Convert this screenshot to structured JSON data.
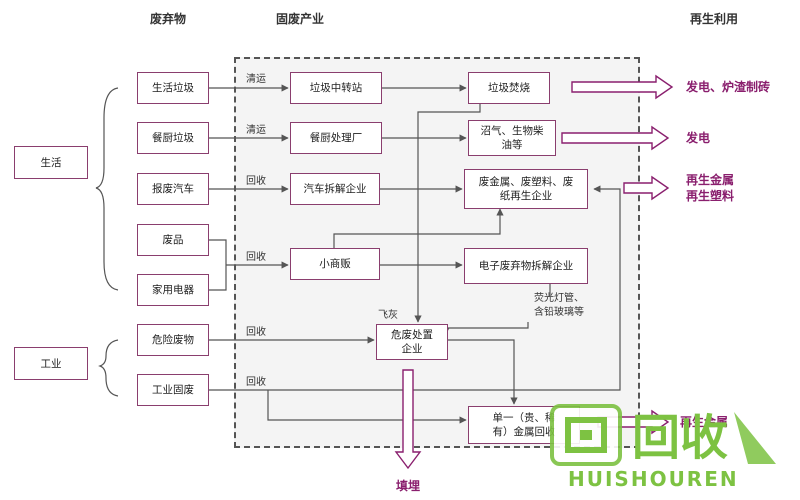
{
  "headers": {
    "waste": "废弃物",
    "industry": "固废产业",
    "reuse": "再生利用"
  },
  "categories": {
    "life": "生活",
    "industry": "工业"
  },
  "waste_items": {
    "household": "生活垃圾",
    "kitchen": "餐厨垃圾",
    "scrap_car": "报废汽车",
    "scrap_goods": "废品",
    "appliance": "家用电器",
    "hazardous": "危险废物",
    "industrial_solid": "工业固废"
  },
  "flow_labels": {
    "clear1": "清运",
    "clear2": "清运",
    "recycle1": "回收",
    "recycle2": "回收",
    "recycle3": "回收",
    "recycle4": "回收",
    "fly_ash": "飞灰",
    "lamp_glass": "荧光灯管、\n含铅玻璃等"
  },
  "process_nodes": {
    "transfer": "垃圾中转站",
    "incinerate": "垃圾焚烧",
    "kitchen_plant": "餐厨处理厂",
    "biogas": "沼气、生物柴\n油等",
    "car_dismantle": "汽车拆解企业",
    "regen": "废金属、废塑料、废\n纸再生企业",
    "vendor": "小商贩",
    "ewaste": "电子废弃物拆解企业",
    "hazard_plant": "危废处置\n企业",
    "single_metal": "单一（贵、稀\n有）金属回收"
  },
  "outputs": {
    "power_slag": "发电、炉渣制砖",
    "power": "发电",
    "metal_plastic": "再生金属\n再生塑料",
    "metal2": "再生金属",
    "landfill": "填埋"
  },
  "watermark": {
    "logo": "回收",
    "brand": "HUISHOUREN"
  },
  "colors": {
    "box_border": "#8a3e6e",
    "arrow_purple": "#8a1f6e",
    "line_gray": "#555555",
    "watermark_green": "#7dc242"
  }
}
